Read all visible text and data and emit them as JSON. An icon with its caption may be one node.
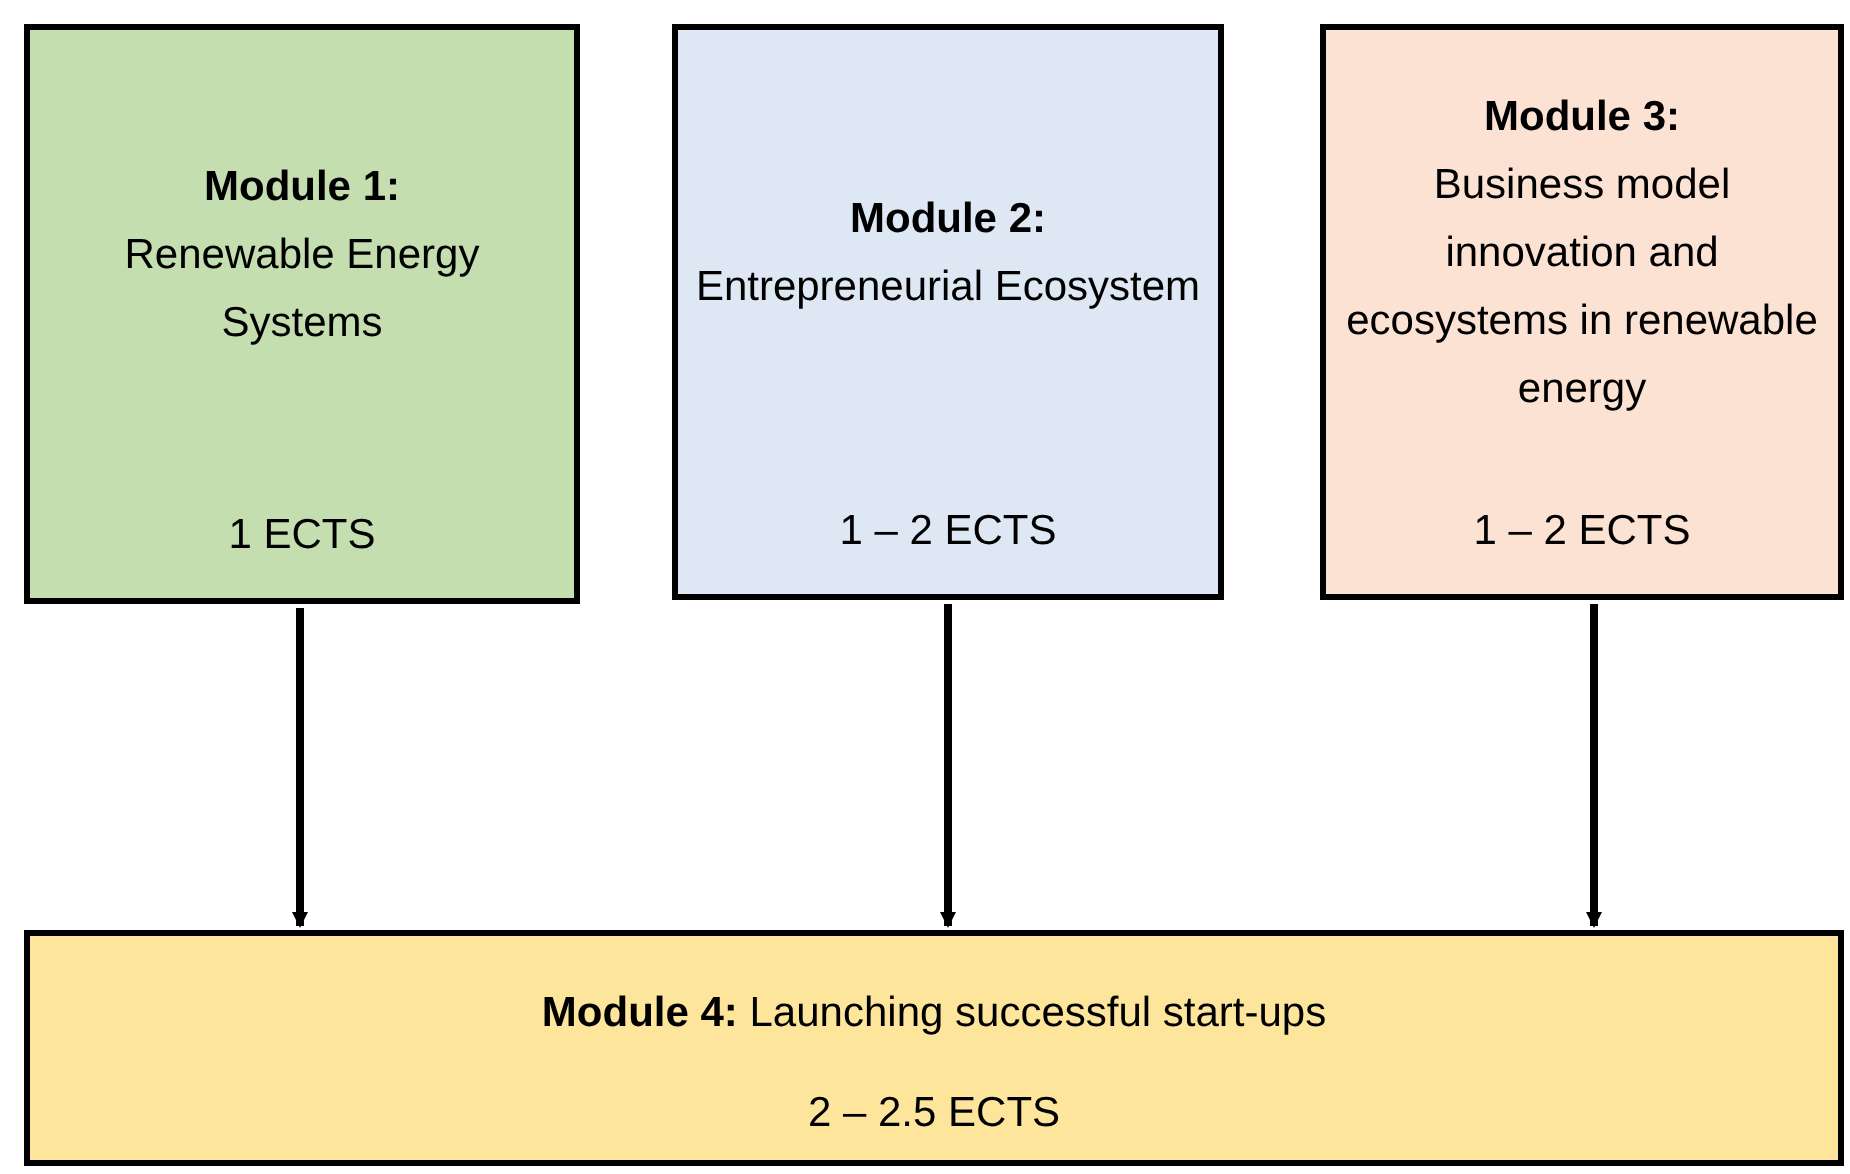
{
  "diagram": {
    "nodes": [
      {
        "text": [
          "Module 1:",
          "Renewable Energy Systems",
          "1 ECTS"
        ]
      },
      {
        "text": [
          "Module 2:",
          "Entrepreneurial Ecosystem",
          "1 – 2 ECTS"
        ]
      },
      {
        "text": [
          "Module 3:",
          "Business model innovation and ecosystems in renewable energy",
          "1 – 2 ECTS"
        ]
      },
      {
        "text": [
          "**Module 4:** Launching successful start-ups",
          "2 – 2.5 ECTS"
        ]
      }
    ],
    "edges": [
      {
        "from": 0,
        "to": 3,
        "arrow": "to"
      },
      {
        "from": 1,
        "to": 3,
        "arrow": "to"
      },
      {
        "from": 2,
        "to": 3,
        "arrow": "to"
      }
    ]
  }
}
